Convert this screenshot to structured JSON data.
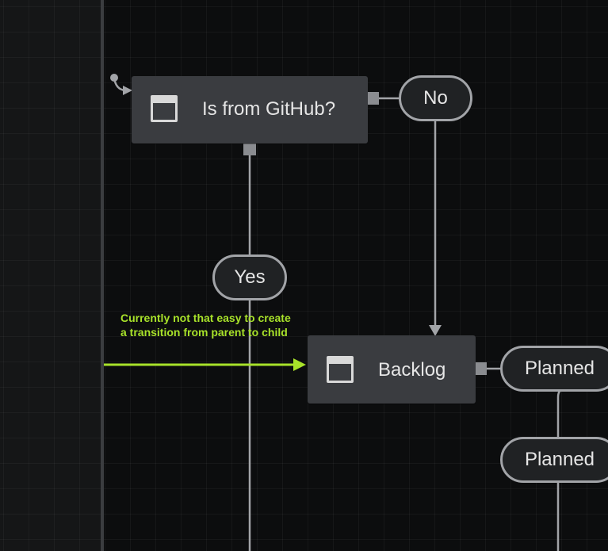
{
  "nodes": {
    "is_from_github": {
      "label": "Is from GitHub?"
    },
    "backlog": {
      "label": "Backlog"
    }
  },
  "transitions": {
    "no": "No",
    "yes": "Yes",
    "planned_1": "Planned",
    "planned_2": "Planned"
  },
  "annotation": {
    "text": "Currently not that easy to create a transition from parent to child"
  },
  "colors": {
    "canvas_background": "#0c0d0e",
    "panel_background": "#151617",
    "node_background": "#3a3c40",
    "wire": "#a2a4a8",
    "annotation": "#a8e22a"
  }
}
